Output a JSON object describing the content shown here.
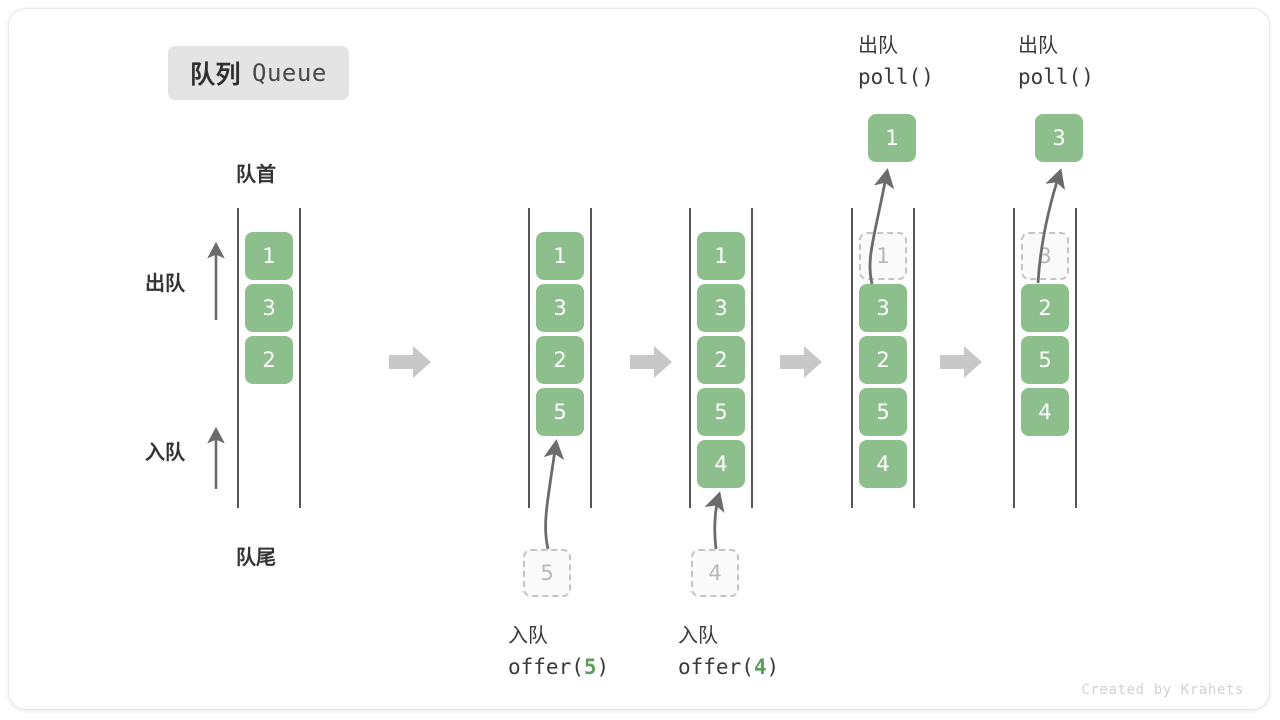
{
  "title": {
    "cn": "队列",
    "en": "Queue"
  },
  "labels": {
    "head": "队首",
    "tail": "队尾",
    "dequeue": "出队",
    "enqueue": "入队"
  },
  "operations": [
    {
      "cn": "入队",
      "fn_pre": "offer(",
      "arg": "5",
      "fn_post": ")"
    },
    {
      "cn": "入队",
      "fn_pre": "offer(",
      "arg": "4",
      "fn_post": ")"
    },
    {
      "cn": "出队",
      "fn_pre": "poll(",
      "arg": "",
      "fn_post": ")"
    },
    {
      "cn": "出队",
      "fn_pre": "poll(",
      "arg": "",
      "fn_post": ")"
    }
  ],
  "stages": [
    {
      "name": "initial",
      "cells": [
        "1",
        "3",
        "2"
      ],
      "ghost_index": -1
    },
    {
      "name": "offer-5",
      "cells": [
        "1",
        "3",
        "2",
        "5"
      ],
      "ghost_index": -1
    },
    {
      "name": "offer-4",
      "cells": [
        "1",
        "3",
        "2",
        "5",
        "4"
      ],
      "ghost_index": -1
    },
    {
      "name": "poll-1",
      "cells": [
        "1",
        "3",
        "2",
        "5",
        "4"
      ],
      "ghost_index": 0
    },
    {
      "name": "poll-3",
      "cells": [
        "3",
        "2",
        "5",
        "4"
      ],
      "ghost_index": 0
    }
  ],
  "incoming": [
    {
      "stage": "offer-5",
      "value": "5"
    },
    {
      "stage": "offer-4",
      "value": "4"
    }
  ],
  "outgoing": [
    {
      "stage": "poll-1",
      "value": "1"
    },
    {
      "stage": "poll-3",
      "value": "3"
    }
  ],
  "colors": {
    "cell_fill": "#8cbf8c",
    "cell_text": "#ffffff",
    "ghost_border": "#c4c4c4",
    "ghost_text": "#b7b7b7",
    "rail": "#555555",
    "block_arrow": "#c8c8c8",
    "accent_green": "#5c9e5c",
    "badge_bg": "#e4e4e4"
  },
  "watermark": "Created by Krahets"
}
